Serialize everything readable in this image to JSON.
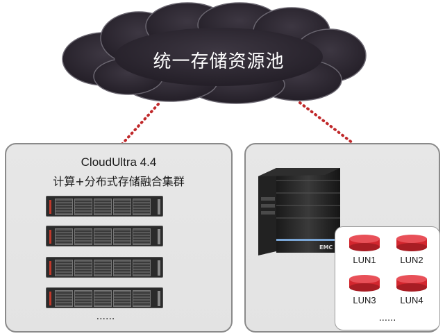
{
  "cloud": {
    "title": "统一存储资源池"
  },
  "left_panel": {
    "cluster_name": "CloudUltra 4.4",
    "cluster_desc": "计算+分布式存储融合集群",
    "ellipsis": "......"
  },
  "right_panel": {
    "brand_label": "EMC",
    "luns": [
      {
        "label": "LUN1"
      },
      {
        "label": "LUN2"
      },
      {
        "label": "LUN3"
      },
      {
        "label": "LUN4"
      }
    ],
    "ellipsis": "......"
  },
  "colors": {
    "cloud": "#2e2832",
    "connector": "#c0282a",
    "lun_disk": "#d3262e",
    "panel_border": "#8a8a8a"
  }
}
